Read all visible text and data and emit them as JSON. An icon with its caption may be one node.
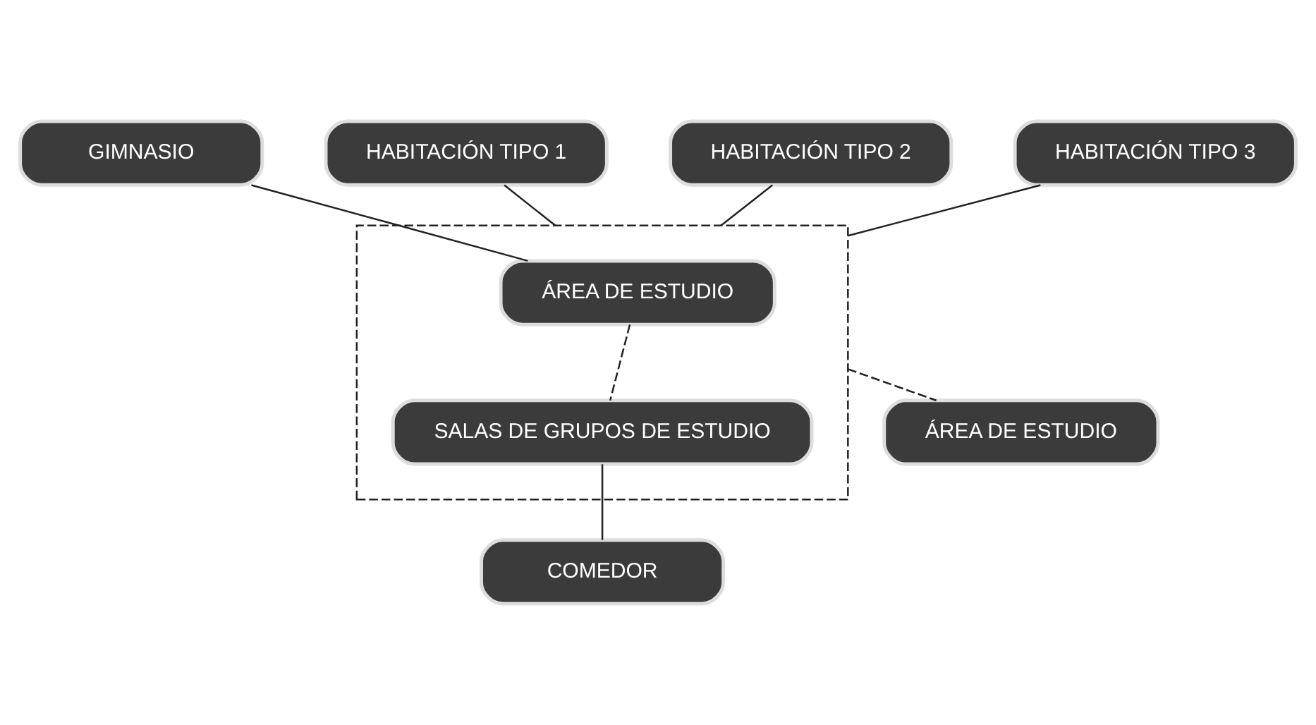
{
  "diagram": {
    "nodes": [
      {
        "text": [
          "GIMNASIO"
        ]
      },
      {
        "text": [
          "HABITACIÓN TIPO 1"
        ]
      },
      {
        "text": [
          "HABITACIÓN TIPO 2"
        ]
      },
      {
        "text": [
          "HABITACIÓN TIPO 3"
        ]
      },
      {
        "text": [],
        "shape": "box"
      },
      {
        "text": [
          "ÁREA DE ESTUDIO"
        ],
        "in": 4
      },
      {
        "text": [
          "SALAS DE GRUPOS DE ESTUDIO"
        ],
        "in": 4
      },
      {
        "text": [
          "COMEDOR"
        ]
      },
      {
        "text": [
          "ÁREA DE ESTUDIO"
        ]
      }
    ],
    "edges": [
      {
        "from": 0,
        "to": 5,
        "arrow": "none"
      },
      {
        "from": 1,
        "to": 4,
        "arrow": "none"
      },
      {
        "from": 2,
        "to": 4,
        "arrow": "none"
      },
      {
        "from": 3,
        "to": 4,
        "arrow": "none"
      },
      {
        "from": 5,
        "to": 6,
        "arrow": "none",
        "style": "dashed"
      },
      {
        "from": 6,
        "to": 7,
        "arrow": "none"
      },
      {
        "from": 4,
        "to": 8,
        "arrow": "none",
        "style": "dashed"
      }
    ]
  }
}
